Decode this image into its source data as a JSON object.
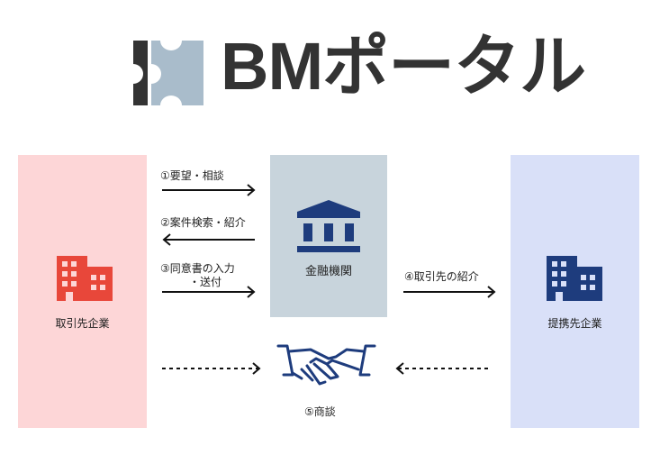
{
  "logo": {
    "text": "BMポータル"
  },
  "colors": {
    "navy": "#1e3c7d",
    "red": "#e8473a",
    "pink": "#fdd6d7",
    "gray": "#c8d4dc",
    "lavender": "#d9e0f8"
  },
  "nodes": {
    "client": "取引先企業",
    "bank": "金融機関",
    "partner": "提携先企業"
  },
  "steps": {
    "s1": "①要望・相談",
    "s2": "②案件検索・紹介",
    "s3a": "③同意書の入力",
    "s3b": "・送付",
    "s4": "④取引先の紹介",
    "s5": "⑤商談"
  }
}
